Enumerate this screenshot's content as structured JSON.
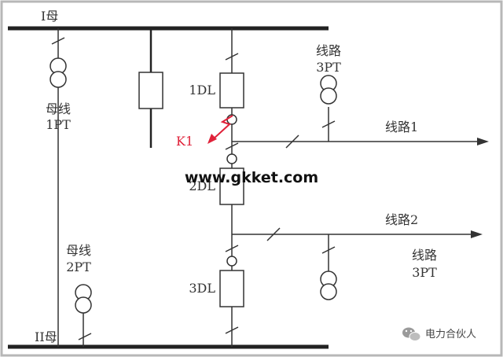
{
  "labels": {
    "bus1": "I母",
    "bus2": "II母",
    "bus1_pt_line1": "母线",
    "bus1_pt_line2": "1PT",
    "bus2_pt_line1": "母线",
    "bus2_pt_line2": "2PT",
    "breaker1": "1DL",
    "breaker2": "2DL",
    "breaker3": "3DL",
    "fault": "K1",
    "line1": "线路1",
    "line2": "线路2",
    "line3_pt_line1": "线路",
    "line3_pt_line2": "3PT",
    "line_pt_right_line1": "线路",
    "line_pt_right_line2": "3PT",
    "watermark": "www.gkket.com",
    "brand": "电力合伙人"
  },
  "colors": {
    "line": "#2f2f2f",
    "background": "#ffffff",
    "bezel": "#b7b7b7",
    "fault": "#e0223a",
    "text": "#333333"
  },
  "icons": {
    "brand_logo": "wechat-icon"
  }
}
